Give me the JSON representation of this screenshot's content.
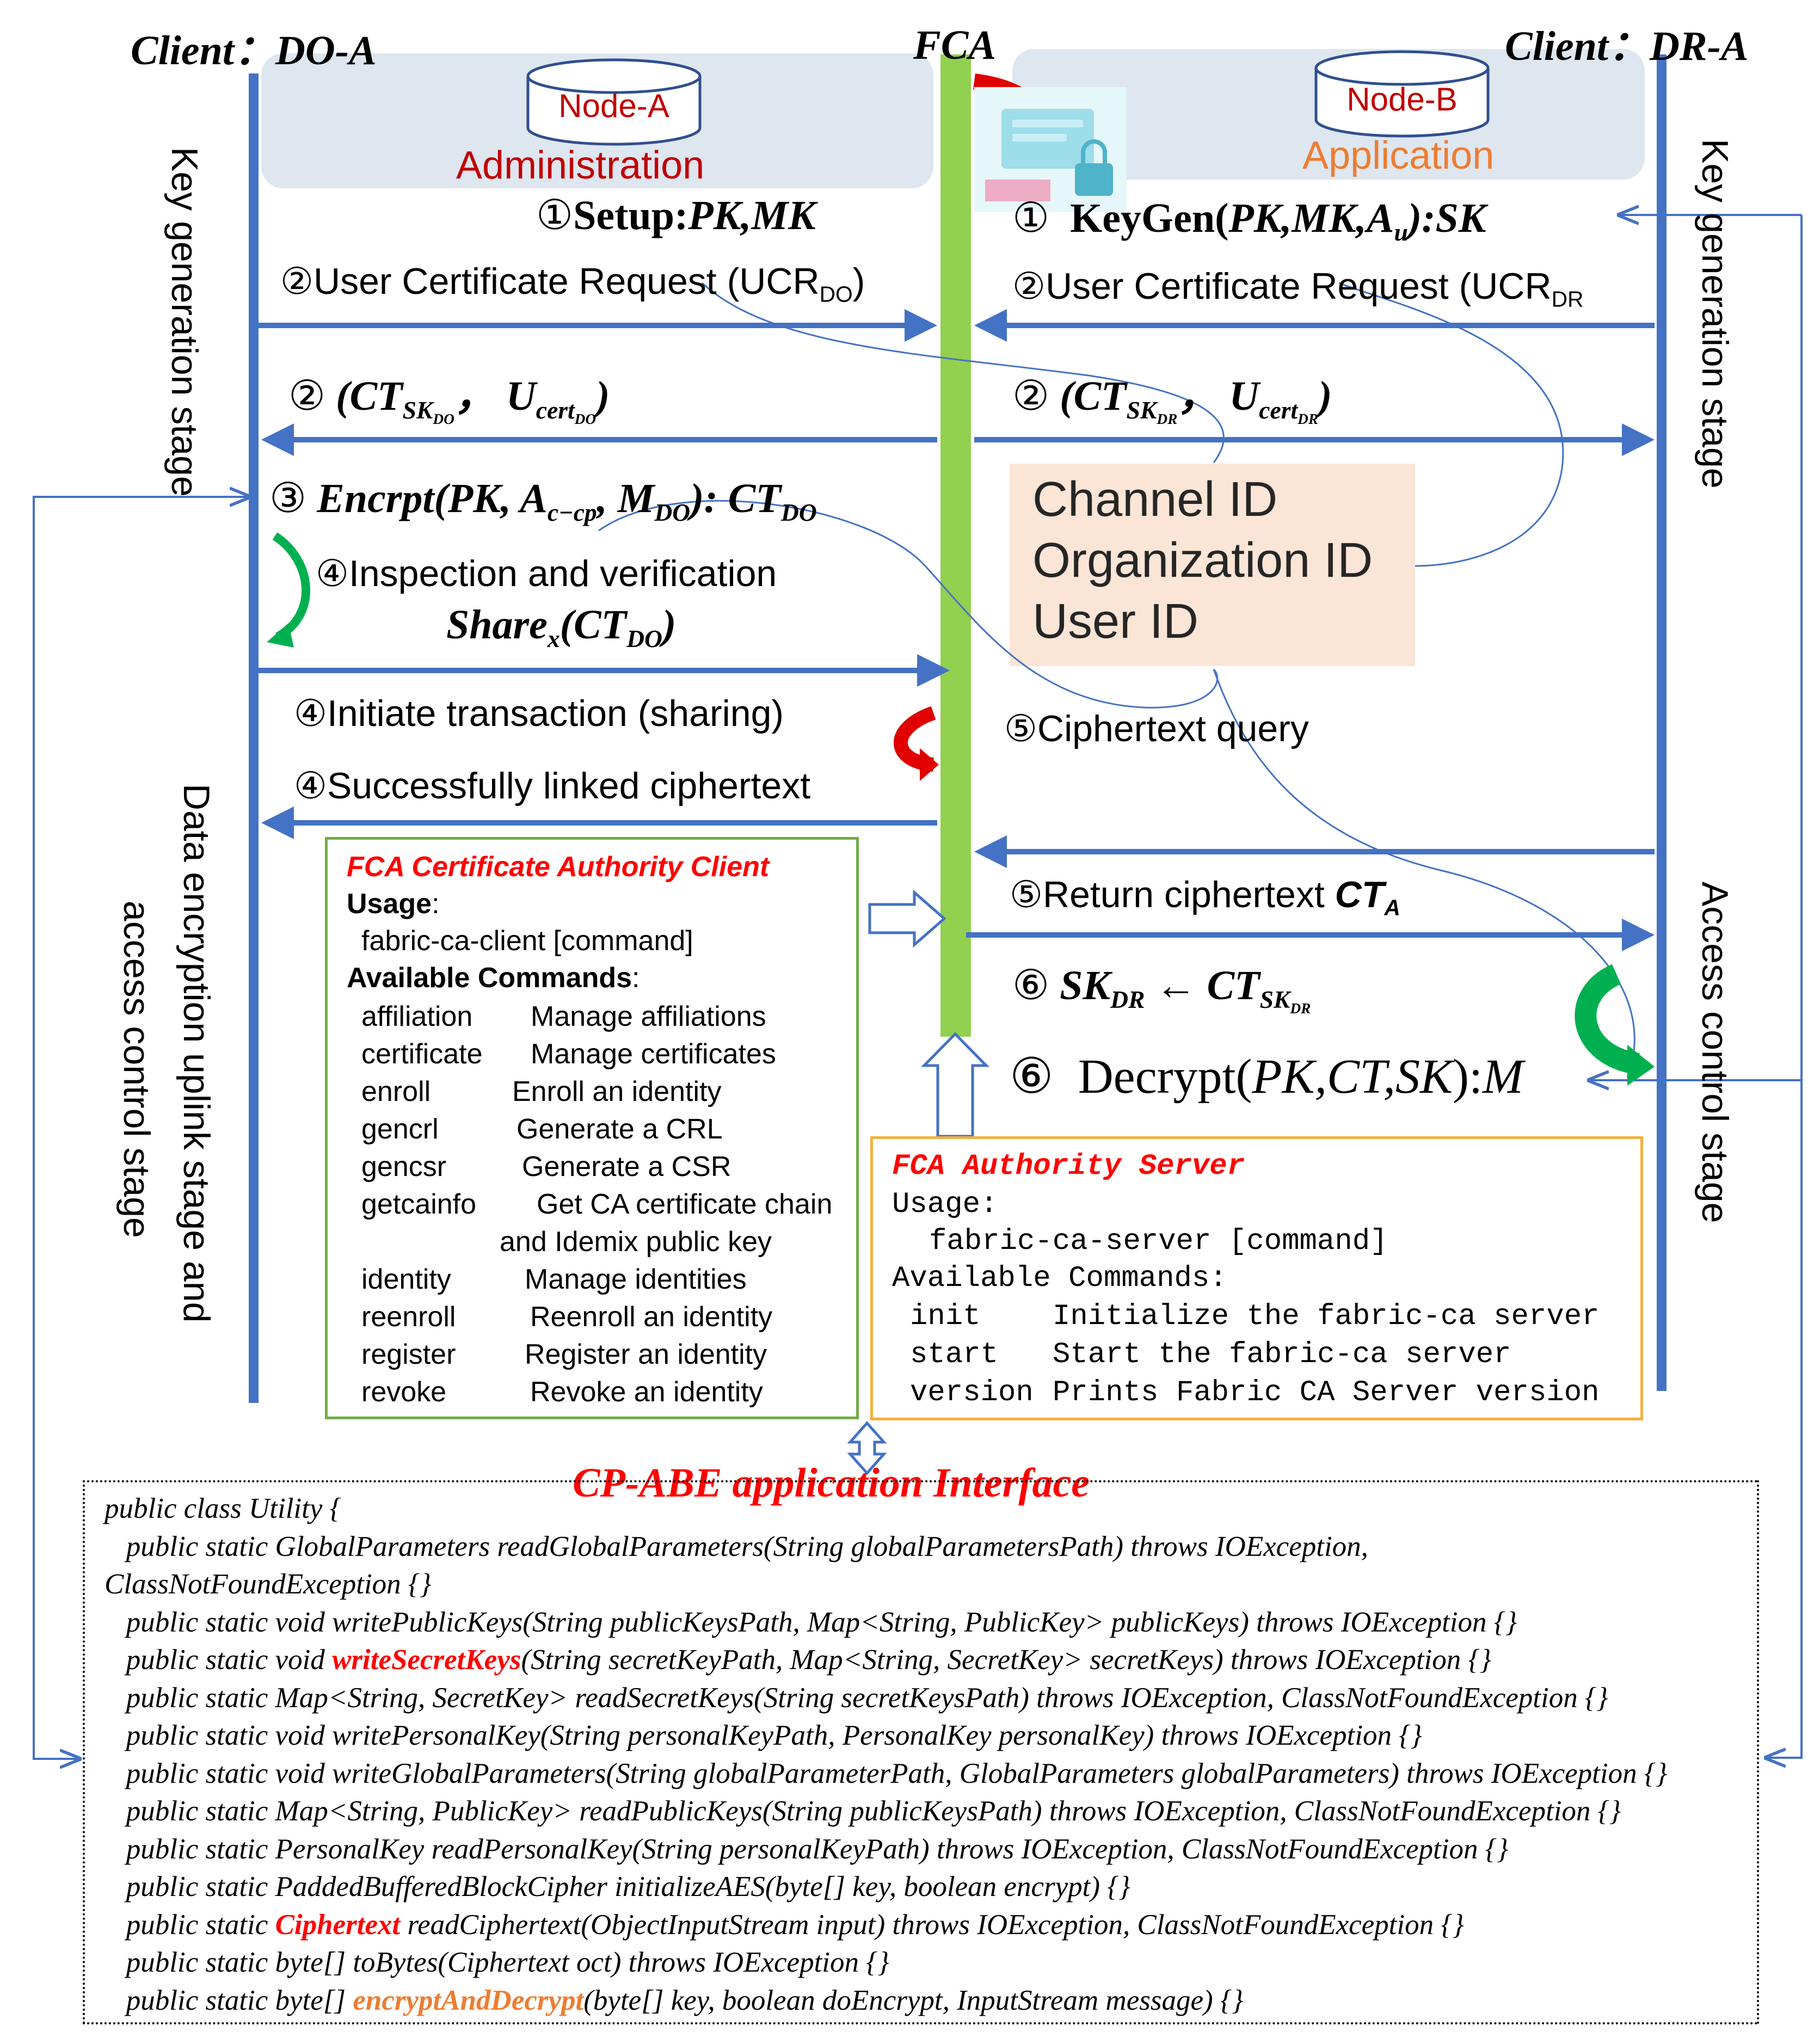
{
  "header": {
    "left_client": "Client：DO-A",
    "center": "FCA",
    "right_client": "Client：DR-A"
  },
  "nodes": {
    "node_a": "Node-A",
    "node_a_role": "Administration",
    "node_b": "Node-B",
    "node_b_role": "Application"
  },
  "stages": {
    "left_top": "Key generation stage",
    "left_bottom_1": "Data encryption uplink stage and",
    "left_bottom_2": "access control stage",
    "right_top": "Key generation stage",
    "right_bottom": "Access control stage"
  },
  "messages": {
    "setup_num": "①",
    "setup": "Setup:",
    "setup_args": "PK,MK",
    "keygen_num": "①",
    "keygen": "KeyGen(",
    "keygen_args": "PK,MK,A",
    "keygen_sub": "u",
    "keygen_end": "):SK",
    "ucr_do": "②User Certificate Request (UCR",
    "ucr_do_sub": "DO",
    "ucr_do_end": ")",
    "ucr_dr": "②User Certificate Request (UCR",
    "ucr_dr_sub": "DR",
    "ct_do_num": "②",
    "ct_do": "(CT",
    "ct_do_sub": "SK",
    "ct_do_subsub": "DO",
    "ct_do_mid": "，  U",
    "ct_do_sub2": "cert",
    "ct_do_subsub2": "DO",
    "ct_do_end": ")",
    "ct_dr_num": "②",
    "ct_dr": "(CT",
    "ct_dr_sub": "SK",
    "ct_dr_subsub": "DR",
    "ct_dr_mid": "，  U",
    "ct_dr_sub2": "cert",
    "ct_dr_subsub2": "DR",
    "ct_dr_end": ")",
    "encrypt_num": "③",
    "encrypt": "Encrpt(PK, A",
    "encrypt_sub": "c−cp",
    "encrypt_mid": ", M",
    "encrypt_sub2": "DO",
    "encrypt_end": "): CT",
    "encrypt_sub3": "DO",
    "inspect": "④Inspection and verification",
    "share": "Share",
    "share_sub": "x",
    "share_mid": "(CT",
    "share_sub2": "DO",
    "share_end": ")",
    "initiate": "④Initiate transaction (sharing)",
    "linked": "④Successfully linked ciphertext",
    "query": "⑤Ciphertext query",
    "return": "⑤Return ciphertext ",
    "return_ct": "CT",
    "return_sub": "A",
    "skdr_num": "⑥",
    "skdr": "SK",
    "skdr_sub": "DR",
    "skdr_mid": " ← CT",
    "skdr_sub2": "SK",
    "skdr_subsub2": "DR",
    "decrypt_num": "⑥",
    "decrypt": "Decrypt(",
    "decrypt_args": "PK,CT,SK",
    "decrypt_end": "):",
    "decrypt_m": "M"
  },
  "id_box": [
    "Channel ID",
    "Organization ID",
    "User ID"
  ],
  "ca_client": {
    "title": "FCA Certificate Authority Client",
    "usage_label": "Usage",
    "usage_colon": ":",
    "usage_cmd": "fabric-ca-client [command]",
    "commands_label": "Available Commands",
    "commands_colon": ":",
    "commands": [
      {
        "name": "affiliation",
        "desc": "Manage affiliations"
      },
      {
        "name": "certificate",
        "desc": "Manage certificates"
      },
      {
        "name": "enroll",
        "desc": "Enroll an identity"
      },
      {
        "name": "gencrl",
        "desc": "Generate a CRL"
      },
      {
        "name": "gencsr",
        "desc": "Generate a CSR"
      },
      {
        "name": "getcainfo",
        "desc": "Get CA certificate chain"
      },
      {
        "name": "",
        "desc": "and Idemix public key"
      },
      {
        "name": "identity",
        "desc": "Manage identities"
      },
      {
        "name": "reenroll",
        "desc": "Reenroll an identity"
      },
      {
        "name": "register",
        "desc": "Register an identity"
      },
      {
        "name": "revoke",
        "desc": "Revoke an identity"
      }
    ]
  },
  "ca_server": {
    "title": "FCA Authority Server",
    "usage_label": "Usage:",
    "usage_cmd": "fabric-ca-server [command]",
    "commands_label": "Available Commands:",
    "commands": [
      {
        "name": "init",
        "desc": "Initialize the fabric-ca server"
      },
      {
        "name": "start",
        "desc": "Start the fabric-ca server"
      },
      {
        "name": "version",
        "desc": "Prints Fabric CA Server version"
      }
    ]
  },
  "api": {
    "title": "CP-ABE application Interface",
    "lines": [
      {
        "pre": "public class Utility {",
        "hl": "",
        "post": ""
      },
      {
        "pre": "   public static GlobalParameters readGlobalParameters(String globalParametersPath) throws IOException,",
        "hl": "",
        "post": ""
      },
      {
        "pre": "ClassNotFoundException {}",
        "hl": "",
        "post": ""
      },
      {
        "pre": "   public static void writePublicKeys(String publicKeysPath, Map<String, PublicKey> publicKeys) throws IOException {}",
        "hl": "",
        "post": ""
      },
      {
        "pre": "   public static void ",
        "hl": "writeSecretKeys",
        "post": "(String secretKeyPath, Map<String, SecretKey> secretKeys) throws IOException {}"
      },
      {
        "pre": "   public static Map<String, SecretKey> readSecretKeys(String secretKeysPath) throws IOException, ClassNotFoundException {}",
        "hl": "",
        "post": ""
      },
      {
        "pre": "   public static void writePersonalKey(String personalKeyPath, PersonalKey personalKey) throws IOException {}",
        "hl": "",
        "post": ""
      },
      {
        "pre": "   public static void writeGlobalParameters(String globalParameterPath, GlobalParameters globalParameters) throws IOException {}",
        "hl": "",
        "post": ""
      },
      {
        "pre": "   public static Map<String, PublicKey> readPublicKeys(String publicKeysPath) throws IOException, ClassNotFoundException {}",
        "hl": "",
        "post": ""
      },
      {
        "pre": "   public static PersonalKey readPersonalKey(String personalKeyPath) throws IOException, ClassNotFoundException {}",
        "hl": "",
        "post": ""
      },
      {
        "pre": "   public static PaddedBufferedBlockCipher initializeAES(byte[] key, boolean encrypt) {}",
        "hl": "",
        "post": ""
      },
      {
        "pre": "   public static ",
        "hl": "Ciphertext",
        "post": " readCiphertext(ObjectInputStream input) throws IOException, ClassNotFoundException {}"
      },
      {
        "pre": "   public static byte[] toBytes(Ciphertext oct) throws IOException {}",
        "hl": "",
        "post": ""
      },
      {
        "pre": "   public static byte[] ",
        "hl2": "encryptAndDecrypt",
        "post": "(byte[] key, boolean doEncrypt, InputStream message) {}"
      }
    ]
  },
  "colors": {
    "lifeline": "#4472c4",
    "fca_bar": "#92d050",
    "red_curve": "#e00000",
    "green_curve": "#00b050",
    "panel": "#dee6ef",
    "id_box": "#fbe5d6"
  }
}
